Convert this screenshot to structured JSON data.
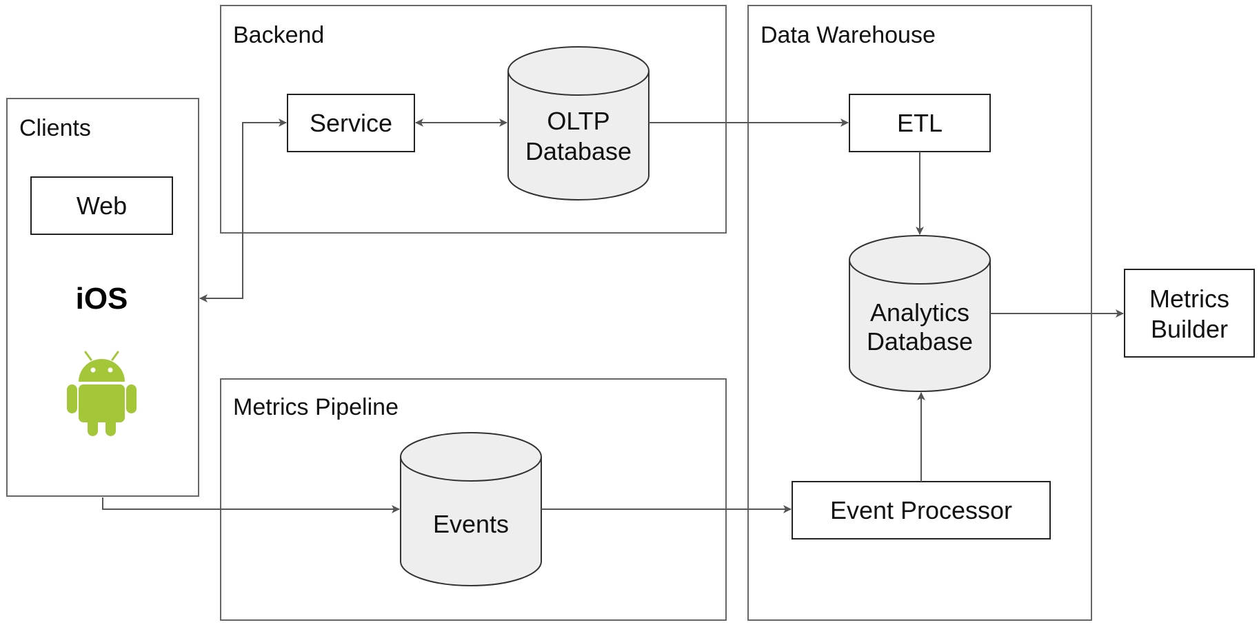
{
  "groups": {
    "clients": "Clients",
    "backend": "Backend",
    "metrics_pipeline": "Metrics Pipeline",
    "data_warehouse": "Data Warehouse"
  },
  "nodes": {
    "web": "Web",
    "ios": "iOS",
    "android_icon": "android-robot",
    "service": "Service",
    "oltp_db": [
      "OLTP",
      "Database"
    ],
    "events": "Events",
    "etl": "ETL",
    "analytics_db": [
      "Analytics",
      "Database"
    ],
    "event_processor": "Event Processor",
    "metrics_builder": [
      "Metrics",
      "Builder"
    ]
  },
  "edges": [
    {
      "from": "Clients",
      "to": "Service",
      "bidirectional": true
    },
    {
      "from": "Service",
      "to": "OLTP Database",
      "bidirectional": true
    },
    {
      "from": "OLTP Database",
      "to": "ETL",
      "bidirectional": false
    },
    {
      "from": "ETL",
      "to": "Analytics Database",
      "bidirectional": false
    },
    {
      "from": "Clients",
      "to": "Events",
      "bidirectional": false
    },
    {
      "from": "Events",
      "to": "Event Processor",
      "bidirectional": false
    },
    {
      "from": "Event Processor",
      "to": "Analytics Database",
      "bidirectional": false
    },
    {
      "from": "Analytics Database",
      "to": "Metrics Builder",
      "bidirectional": false
    }
  ],
  "colors": {
    "android_green": "#a4c639",
    "database_fill": "#eeeeee",
    "frame_stroke": "#666666",
    "edge_stroke": "#555555"
  }
}
